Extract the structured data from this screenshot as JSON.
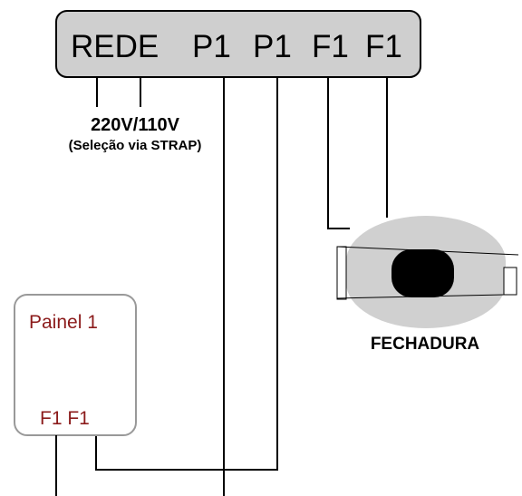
{
  "terminal_block": {
    "labels": [
      "REDE",
      "P1",
      "P1",
      "F1",
      "F1"
    ]
  },
  "voltage": {
    "label": "220V/110V",
    "note": "(Seleção via STRAP)"
  },
  "lock": {
    "label": "FECHADURA"
  },
  "panel": {
    "title": "Painel 1",
    "terminals": "F1 F1"
  },
  "colors": {
    "block_fill": "#cfcfcf",
    "lock_fill": "#d0d0d0",
    "lock_core": "#000000",
    "panel_text": "#8b1a1a",
    "wire": "#000000"
  }
}
